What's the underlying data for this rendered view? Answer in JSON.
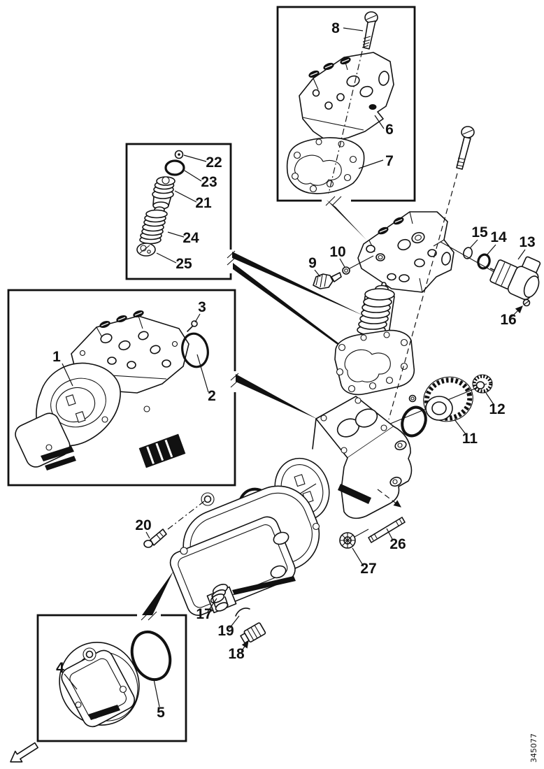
{
  "figure_code": "345077",
  "icons": {
    "direction_arrow": "outlined-arrow-lower-left"
  },
  "callouts": [
    {
      "label": "1"
    },
    {
      "label": "2"
    },
    {
      "label": "3"
    },
    {
      "label": "4"
    },
    {
      "label": "5"
    },
    {
      "label": "6"
    },
    {
      "label": "7"
    },
    {
      "label": "8"
    },
    {
      "label": "9"
    },
    {
      "label": "10"
    },
    {
      "label": "11"
    },
    {
      "label": "12"
    },
    {
      "label": "13"
    },
    {
      "label": "14"
    },
    {
      "label": "15"
    },
    {
      "label": "16"
    },
    {
      "label": "17"
    },
    {
      "label": "18"
    },
    {
      "label": "19"
    },
    {
      "label": "20"
    },
    {
      "label": "21"
    },
    {
      "label": "22"
    },
    {
      "label": "23"
    },
    {
      "label": "24"
    },
    {
      "label": "25"
    },
    {
      "label": "26"
    },
    {
      "label": "27"
    }
  ]
}
